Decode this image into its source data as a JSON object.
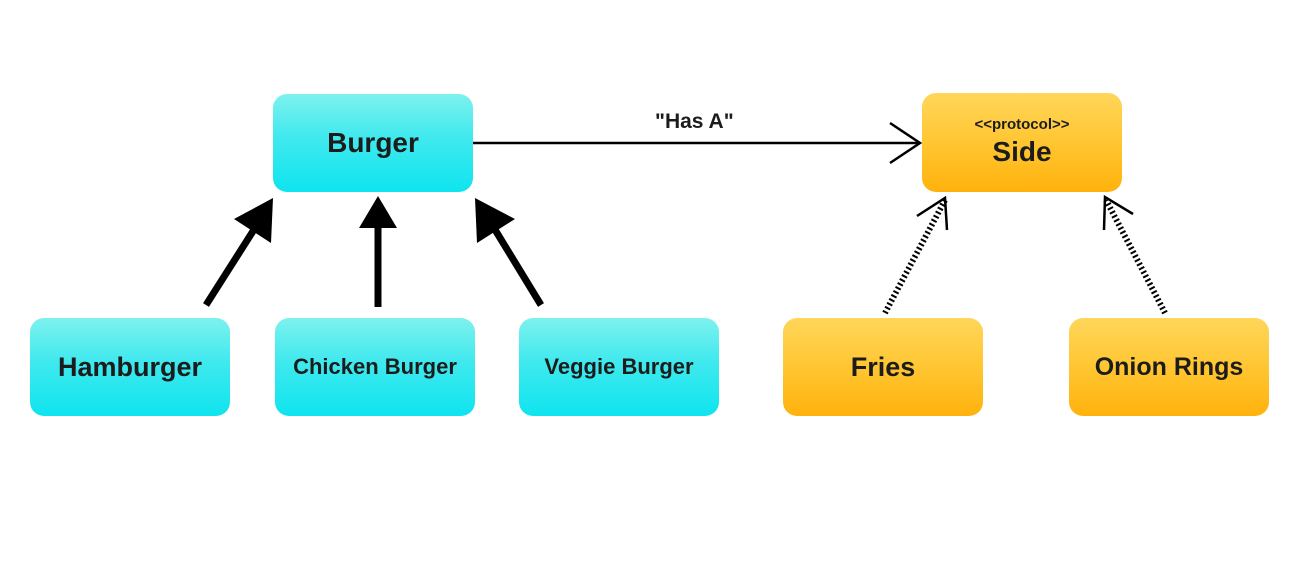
{
  "nodes": {
    "burger": {
      "label": "Burger"
    },
    "side": {
      "stereotype": "<<protocol>>",
      "label": "Side"
    },
    "hamburger": {
      "label": "Hamburger"
    },
    "chicken_burger": {
      "label": "Chicken Burger"
    },
    "veggie_burger": {
      "label": "Veggie Burger"
    },
    "fries": {
      "label": "Fries"
    },
    "onion_rings": {
      "label": "Onion Rings"
    }
  },
  "edges": {
    "has_a": {
      "label": "\"Has A\"",
      "from": "Burger",
      "to": "Side",
      "style": "solid-open-arrow"
    },
    "inheritance": [
      {
        "from": "Hamburger",
        "to": "Burger",
        "style": "solid-filled-arrow"
      },
      {
        "from": "Chicken Burger",
        "to": "Burger",
        "style": "solid-filled-arrow"
      },
      {
        "from": "Veggie Burger",
        "to": "Burger",
        "style": "solid-filled-arrow"
      }
    ],
    "conformance": [
      {
        "from": "Fries",
        "to": "Side",
        "style": "dashed-open-arrow"
      },
      {
        "from": "Onion Rings",
        "to": "Side",
        "style": "dashed-open-arrow"
      }
    ]
  },
  "colors": {
    "burger_family": "#2ee7ee",
    "side_family": "#ffc125",
    "arrow": "#000000"
  }
}
